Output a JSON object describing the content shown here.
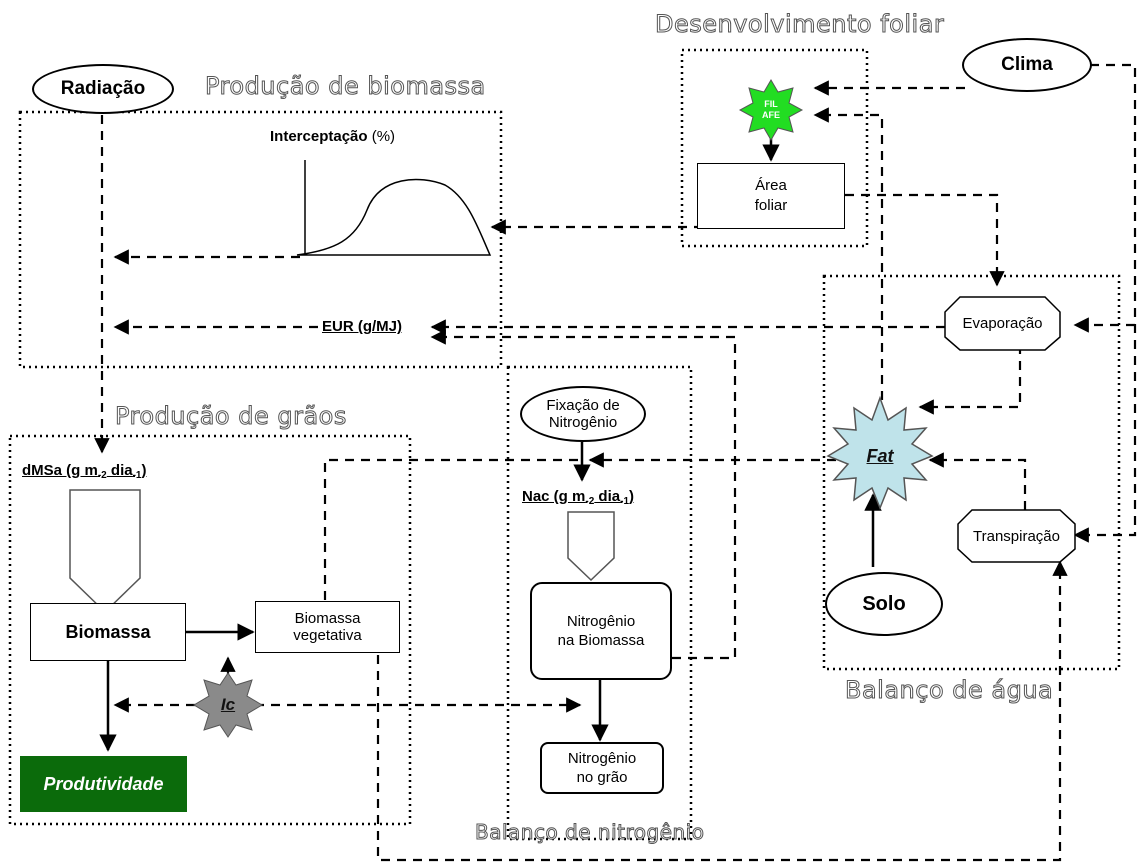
{
  "titles": {
    "producao_biomassa": "Produção de biomassa",
    "desenvolvimento_foliar": "Desenvolvimento foliar",
    "producao_graos": "Produção de grãos",
    "balanco_nitrogenio": "Balanço de nitrogênio",
    "balanco_agua": "Balanço de água"
  },
  "nodes": {
    "radiacao": "Radiação",
    "clima": "Clima",
    "interceptacao": "Interceptação",
    "interceptacao_unit": "(%)",
    "fil_afe": [
      "FIL",
      "AFE"
    ],
    "area_foliar": [
      "Área",
      "foliar"
    ],
    "eur": "EUR (g/MJ)",
    "evaporacao": "Evaporação",
    "fixacao": [
      "Fixação de",
      "Nitrogênio"
    ],
    "fat": "Fat",
    "dmsa": {
      "main": "dMSa (g m",
      "sub1": "-2",
      "mid": " dia",
      "sub2": "-1",
      "end": ")"
    },
    "nac": {
      "main": "Nac (g m",
      "sub1": "-2",
      "mid": " dia",
      "sub2": "-1",
      "end": ")"
    },
    "transpiracao": "Transpiração",
    "biomassa": "Biomassa",
    "biomassa_vegetativa": [
      "Biomassa",
      "vegetativa"
    ],
    "nitrogenio_biomassa": [
      "Nitrogênio",
      "na Biomassa"
    ],
    "solo": "Solo",
    "ic": "Ic",
    "produtividade": "Produtividade",
    "nitrogenio_grao": [
      "Nitrogênio",
      "no grão"
    ]
  },
  "colors": {
    "fil_afe_fill": "#22dd22",
    "fat_fill": "#bfe3ea",
    "ic_fill": "#8a8a8a",
    "produtividade_fill": "#0b6b0b",
    "line": "#000000"
  }
}
